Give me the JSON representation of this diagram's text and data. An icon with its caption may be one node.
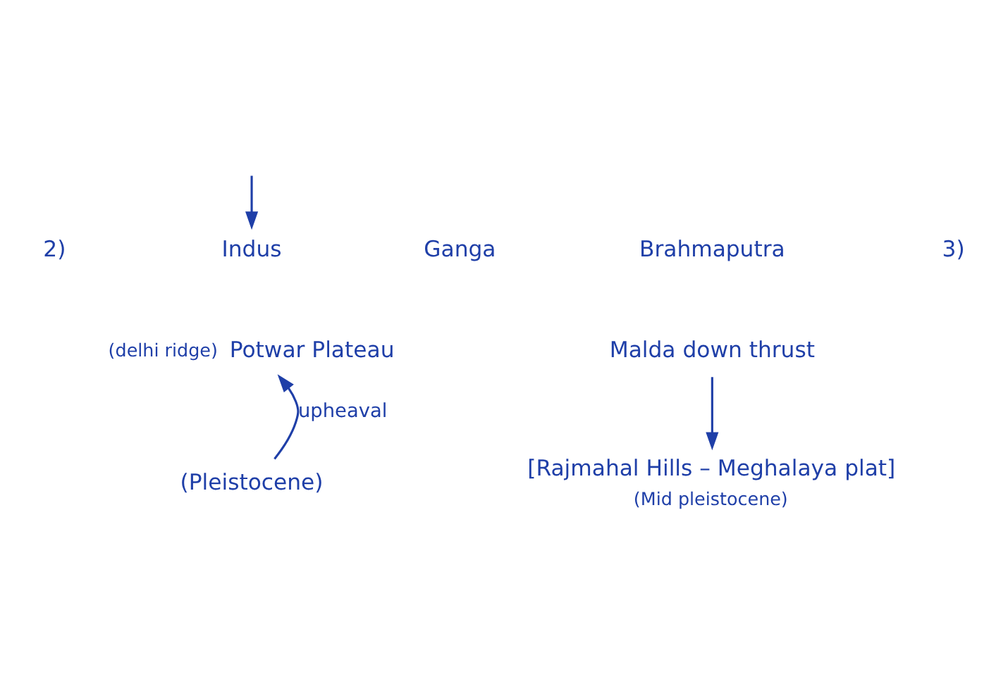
{
  "diagram": {
    "nodes": [
      {
        "text": [
          "Indus"
        ]
      },
      {
        "text": [
          "Ganga"
        ]
      },
      {
        "text": [
          "Brahmaputra"
        ]
      },
      {
        "text": [
          "Potwar Plateau"
        ],
        "beside": [
          "(delhi ridge)"
        ]
      },
      {
        "text": [
          "(Pleistocene)"
        ]
      },
      {
        "text": [
          "Malda down thrust"
        ]
      },
      {
        "text": [
          "[Rajmahal Hills – Meghalaya plat]"
        ],
        "beside": [
          "(Mid pleistocene)"
        ]
      }
    ],
    "edges": [
      {
        "from": null,
        "to": 0,
        "arrow": "to"
      },
      {
        "from": 4,
        "to": 3,
        "arrow": "to",
        "label": "upheaval"
      },
      {
        "from": 5,
        "to": 6,
        "arrow": "to"
      }
    ],
    "labels": [
      "2)",
      "3)"
    ]
  }
}
